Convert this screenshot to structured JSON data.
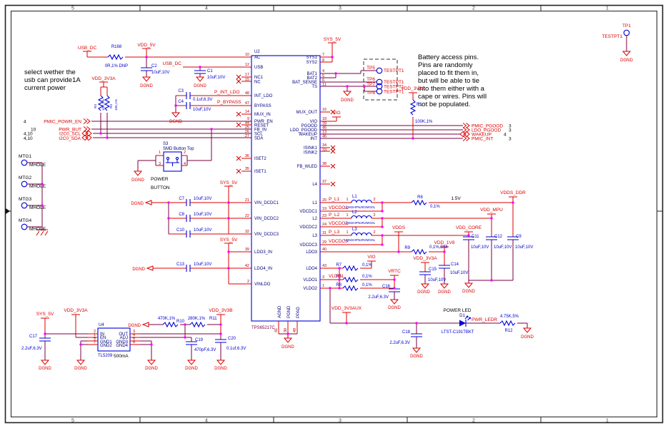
{
  "sheet": {
    "zones": [
      "5",
      "4",
      "3",
      "2",
      "1"
    ],
    "gnd": "DGND"
  },
  "notes": {
    "usb": [
      "select wether the",
      "usb can provide1A",
      "current power"
    ],
    "battery": [
      "Battery access pins.",
      "Pins are randomly",
      "placed to fit them in,",
      "but will be able to tie",
      "into them either with a",
      "cape or wires. Pins will",
      "not be populated."
    ]
  },
  "titles": {
    "power_led": "POWER LED",
    "power_button1": "POWER",
    "power_button2": "BUTTON",
    "current": "500mA",
    "rail15": "1.5V"
  },
  "nets": {
    "usb_dc": "USB_DC",
    "vdd_5v": "VDD_5V",
    "p_int_ldo": "P_INT_LDO",
    "p_bypass": "P_BYPASS",
    "vdd_3v3a": "VDD_3V3A",
    "sys_5v": "SYS_5V",
    "vio": "VIO",
    "vdds": "VDDS",
    "vdd_1v8": "VDD_1V8",
    "vdd_core": "VDD_CORE",
    "vdd_mpu": "VDD_MPU",
    "vdds_ddr": "VDDS_DDR",
    "vrtc": "VRTC",
    "vdd_3v3aux": "VDD_3V3AUX",
    "vdd_3v3b": "VDD_3V3B",
    "pwr_ledr": "PWR_LEDR",
    "p_l1": "P_L1",
    "vdcdc1": "VDCDC1",
    "p_l2": "P_L2",
    "vdcdc2": "VDCDC2",
    "p_l3": "P_L3",
    "vdcdc3": "VDCDC3",
    "vldo1": "VLDO1"
  },
  "offpage_left": [
    {
      "label": "PMIC_POWR_EN",
      "page": "4"
    },
    {
      "label": "PWR_BUT",
      "page": "10"
    },
    {
      "label": "I2C0_SCL",
      "page": "4,10"
    },
    {
      "label": "I2C0_SDA",
      "page": "4,10"
    }
  ],
  "offpage_right": [
    {
      "label": "PMIC_PGOOD",
      "page": "3"
    },
    {
      "label": "LDO_PGOOD",
      "page": "3"
    },
    {
      "label": "WAKEUP",
      "page": "4"
    },
    {
      "label": "PMIC_INT",
      "page": "3"
    }
  ],
  "u2": {
    "ref": "U2",
    "part": "TPS65217C",
    "left": [
      {
        "n": "10",
        "p": "AC"
      },
      {
        "n": "12",
        "p": "USB"
      },
      {
        "n": "17",
        "p": "NC1"
      },
      {
        "n": "15",
        "p": "NC"
      },
      {
        "n": "48",
        "p": "INT_LDO"
      },
      {
        "n": "47",
        "p": "BYPASS"
      },
      {
        "n": "14",
        "p": "MUX_IN"
      },
      {
        "n": "9",
        "p": "PWR_EN"
      },
      {
        "n": "44",
        "p": "RESET"
      },
      {
        "n": "25",
        "p": "FB_IN"
      },
      {
        "n": "26",
        "p": "SCL"
      },
      {
        "n": "27",
        "p": "SDA"
      },
      {
        "n": "36",
        "p": "ISET2"
      },
      {
        "n": "35",
        "p": "ISET1"
      },
      {
        "n": "21",
        "p": "VIN_DCDC1"
      },
      {
        "n": "22",
        "p": "VIN_DCDC2"
      },
      {
        "n": "32",
        "p": "VIN_DCDC3"
      },
      {
        "n": "39",
        "p": "LDO3_IN"
      },
      {
        "n": "42",
        "p": "LDO4_IN"
      },
      {
        "n": "2",
        "p": "VINLDO"
      }
    ],
    "right": [
      {
        "n": "7",
        "p": "SYS1"
      },
      {
        "n": "8",
        "p": "SYS2"
      },
      {
        "n": "4",
        "p": "BAT1"
      },
      {
        "n": "5",
        "p": "BAT2"
      },
      {
        "n": "6",
        "p": "BAT_SENSE"
      },
      {
        "n": "11",
        "p": "TS"
      },
      {
        "n": "16",
        "p": "MUX_OUT"
      },
      {
        "n": "18",
        "p": "VIO"
      },
      {
        "n": "28",
        "p": "PGOOD"
      },
      {
        "n": "45",
        "p": "LDO_PGOOD"
      },
      {
        "n": "13",
        "p": "WAKEUP"
      },
      {
        "n": "46",
        "p": "INT"
      },
      {
        "n": "34",
        "p": "ISINK1"
      },
      {
        "n": "33",
        "p": "ISINK2"
      },
      {
        "n": "38",
        "p": "FB_WLED"
      },
      {
        "n": "37",
        "p": "L4"
      },
      {
        "n": "20",
        "p": "L1"
      },
      {
        "n": "19",
        "p": "VDCDC1"
      },
      {
        "n": "23",
        "p": "L2"
      },
      {
        "n": "24",
        "p": "VDCDC2"
      },
      {
        "n": "31",
        "p": "L3"
      },
      {
        "n": "29",
        "p": "VDCDC3"
      },
      {
        "n": "40",
        "p": "LDO3"
      },
      {
        "n": "43",
        "p": "LDO4"
      },
      {
        "n": "3",
        "p": "VLDO1"
      },
      {
        "n": "1",
        "p": "VLDO2"
      }
    ],
    "bottom": [
      {
        "n": "41",
        "p": "AGND"
      },
      {
        "n": "30",
        "p": "PGND"
      },
      {
        "n": "49",
        "p": "PPAD"
      }
    ]
  },
  "u4": {
    "ref": "U4",
    "part": "TL5209",
    "left": [
      {
        "n": "2",
        "p": "IN"
      },
      {
        "n": "1",
        "p": "EN"
      },
      {
        "n": "5",
        "p": "GND1"
      },
      {
        "n": "7",
        "p": "GND2"
      }
    ],
    "right": [
      {
        "n": "3",
        "p": "OUT"
      },
      {
        "n": "4",
        "p": "ADJ"
      },
      {
        "n": "6",
        "p": "GND3"
      },
      {
        "n": "8",
        "p": "GND4"
      }
    ]
  },
  "s3": {
    "ref": "S3",
    "part": "SMD Button Top",
    "p1": "1",
    "p2": "2",
    "p3": "3",
    "p4": "4"
  },
  "d1": {
    "ref": "D1",
    "part": "LTST-C191TBKT"
  },
  "tp": {
    "tp1": "TP1",
    "tp5": "TP5",
    "tp6": "TP6",
    "tp7": "TP7",
    "tp8": "TP8",
    "val": "TESTPT1"
  },
  "mtg": {
    "m1": "MTG1",
    "m2": "MTG2",
    "m3": "MTG3",
    "m4": "MTG4",
    "val": "MHOLE"
  },
  "r": {
    "r168": {
      "ref": "R168",
      "val": "0R,1% DNP"
    },
    "r1": {
      "ref": "R1",
      "val": "100K,1%"
    },
    "r3": {
      "ref": "R3",
      "val": "10K,1%"
    },
    "r4": {
      "ref": "R4",
      "val": "10K,1%"
    },
    "r5": {
      "ref": "R5",
      "val": "0,1%"
    },
    "r6": {
      "ref": "R6",
      "val": "0,1%"
    },
    "r7": {
      "ref": "R7",
      "val": "0,1%"
    },
    "r8": {
      "ref": "R8",
      "val": "0,1%"
    },
    "r9": {
      "ref": "R9",
      "val": "0,1%,DNI"
    },
    "r10": {
      "ref": "R10",
      "val": "470K,1%"
    },
    "r11": {
      "ref": "R11",
      "val": "280K,1%"
    },
    "r12": {
      "ref": "R12",
      "val": "4.75K,5%"
    }
  },
  "c": {
    "c1": {
      "ref": "C1",
      "val": "10uF,10V"
    },
    "c2": {
      "ref": "C2",
      "val": "10uF,10V"
    },
    "c3": {
      "ref": "C3",
      "val": "0.1uf,6.3V"
    },
    "c4": {
      "ref": "C4",
      "val": "10uF,10V"
    },
    "c7": {
      "ref": "C7",
      "val": "10uF,10V"
    },
    "c8": {
      "ref": "C8",
      "val": "10uF,10V"
    },
    "c9": {
      "ref": "C9",
      "val": "10uF,10V"
    },
    "c10": {
      "ref": "C10",
      "val": "10uF,10V"
    },
    "c11": {
      "ref": "C11",
      "val": "10uF,10V"
    },
    "c12": {
      "ref": "C12",
      "val": "10uF,10V"
    },
    "c13": {
      "ref": "C13",
      "val": "10uF,10V"
    },
    "c14": {
      "ref": "C14",
      "val": "10uF,10V"
    },
    "c15": {
      "ref": "C15",
      "val": "10uF,10V"
    },
    "c16": {
      "ref": "C16",
      "val": "2.2uF,6.3V"
    },
    "c17": {
      "ref": "C17",
      "val": "2.2uF,6.3V"
    },
    "c18": {
      "ref": "C18",
      "val": "2.2uF,6.3V"
    },
    "c19": {
      "ref": "C19",
      "val": "470pF,6.3V"
    },
    "c20": {
      "ref": "C20",
      "val": "0.1uf,6.3V"
    }
  },
  "l": {
    "l1": "L1",
    "l2": "L2",
    "l3": "L3",
    "val": "LQM2HPN2R2MG0L",
    "pa": "1",
    "pb": "2"
  }
}
